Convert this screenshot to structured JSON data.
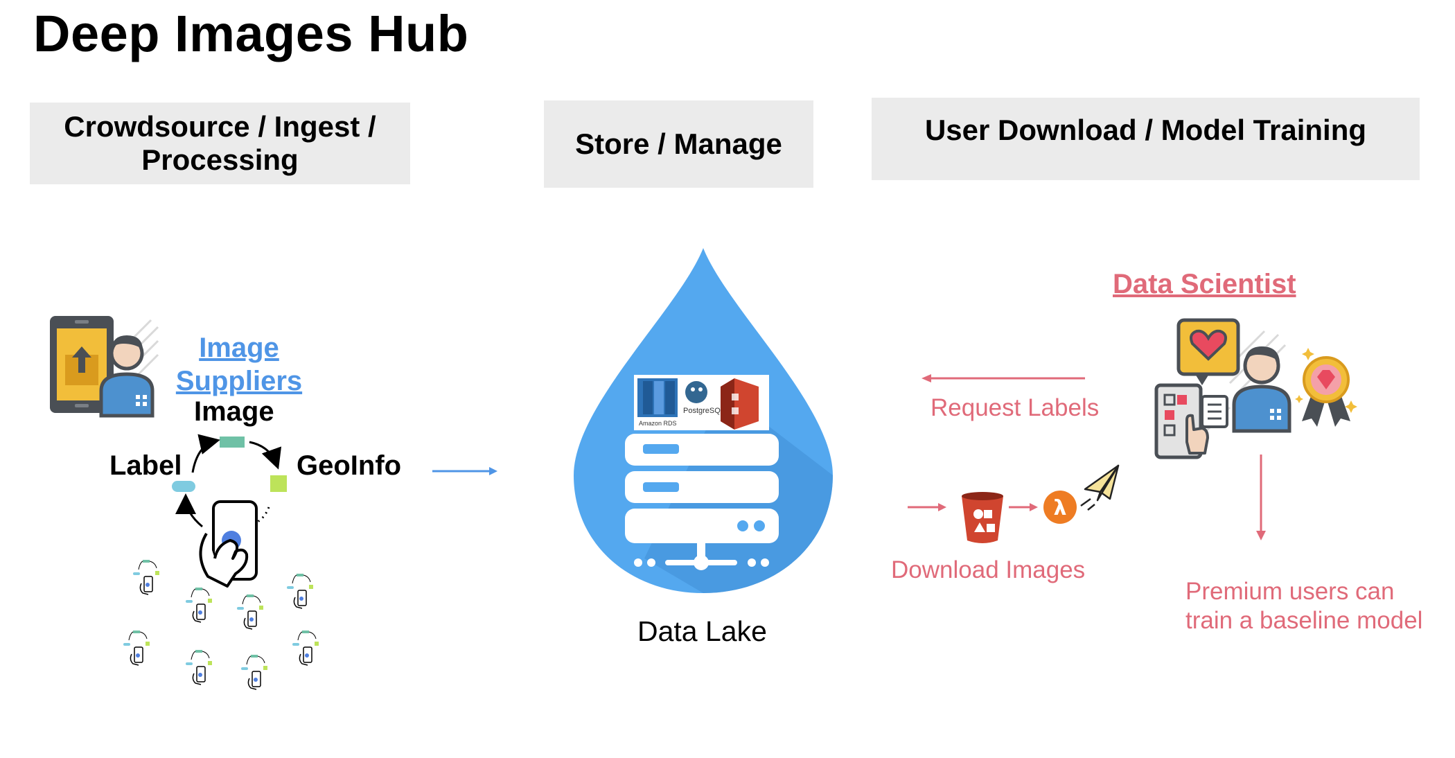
{
  "page_title": "Deep Images Hub",
  "sections": {
    "ingest": "Crowdsource / Ingest / Processing",
    "store": "Store / Manage",
    "download": "User Download / Model Training"
  },
  "ingest": {
    "suppliers_link": "Image Suppliers",
    "cycle": {
      "image": "Image",
      "label": "Label",
      "geoinfo": "GeoInfo"
    }
  },
  "store": {
    "caption": "Data Lake",
    "rds_label": "Amazon RDS",
    "postgres_label": "PostgreSQL"
  },
  "consumer": {
    "scientist_link": "Data Scientist",
    "request_labels": "Request Labels",
    "download_images": "Download Images",
    "premium_line1": "Premium users can",
    "premium_line2": "train a baseline model",
    "lambda_symbol": "λ"
  },
  "colors": {
    "blue_accent": "#4f95e6",
    "red_accent": "#e06a79",
    "drop_blue": "#54a8ef",
    "section_bg": "#ebebeb"
  }
}
